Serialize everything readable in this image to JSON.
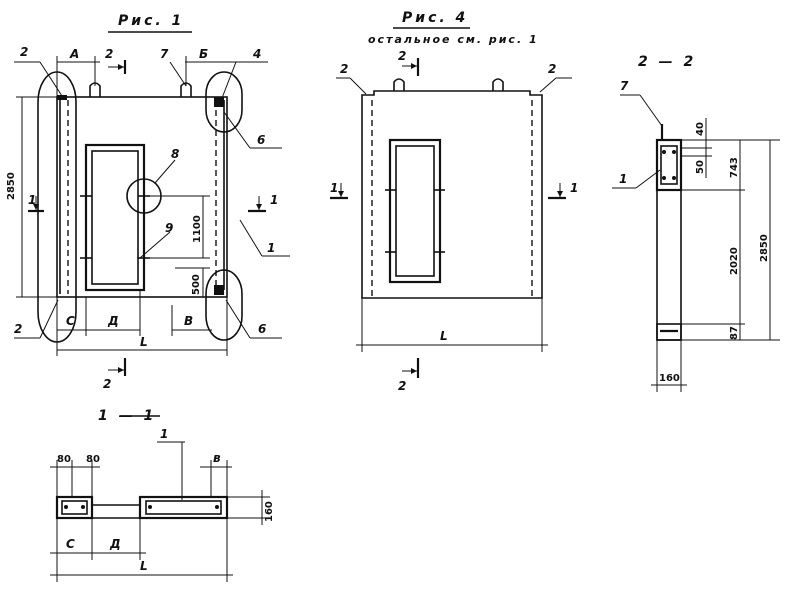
{
  "fig1": {
    "title": "Рис. 1",
    "dims": {
      "height": "2850",
      "d1100": "1100",
      "d500": "500",
      "A": "А",
      "B": "Б",
      "C": "С",
      "D": "Д",
      "V": "В",
      "L": "L"
    },
    "callouts": [
      "2",
      "7",
      "4",
      "6",
      "8",
      "9",
      "1",
      "2",
      "6"
    ],
    "section_marks": {
      "s1_left": "1",
      "s1_right": "1",
      "s2_top": "2",
      "s2_bottom": "2"
    }
  },
  "fig4": {
    "title": "Рис. 4",
    "subtitle": "остальное см. рис. 1",
    "callouts": {
      "left": "2",
      "right": "2"
    },
    "section_marks": {
      "s1_left": "1",
      "s1_right": "1",
      "s2_top": "2",
      "s2_bottom": "2"
    },
    "dims": {
      "L": "L"
    }
  },
  "sec22": {
    "title": "2 — 2",
    "callouts": {
      "top": "7",
      "left": "1"
    },
    "dims": {
      "d40": "40",
      "d50": "50",
      "d743": "743",
      "d2020": "2020",
      "d87": "87",
      "d2850": "2850",
      "d160": "160"
    }
  },
  "sec11": {
    "title": "1 — 1",
    "callout": "1",
    "dims": {
      "d80a": "80",
      "d80b": "80",
      "V": "в",
      "d160": "160",
      "C": "С",
      "D": "Д",
      "L": "L"
    }
  }
}
